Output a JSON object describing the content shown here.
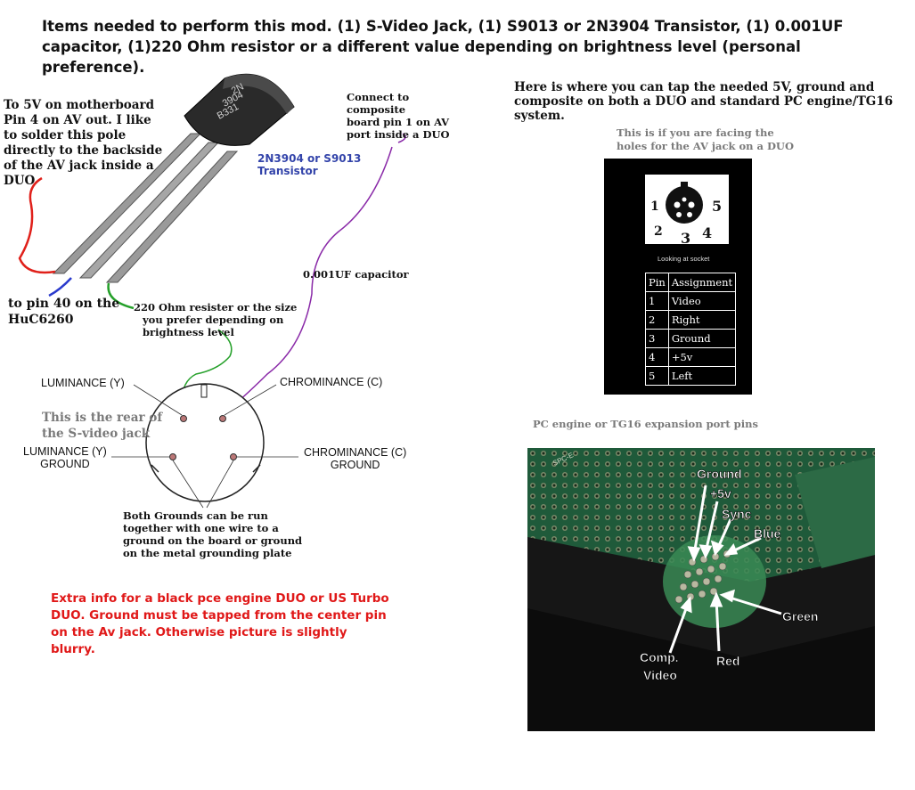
{
  "header": {
    "line1": "Items needed to perform this mod. (1) S-Video Jack, (1) S9013 or 2N3904 Transistor, (1) 0.001UF",
    "line2": "capacitor, (1)220 Ohm resistor or a different value depending on brightness level (personal preference)."
  },
  "transistor": {
    "marking": [
      "2N",
      "3904",
      "B331"
    ],
    "label_5v": [
      "To 5V on motherboard",
      "Pin 4 on AV out. I like",
      "to solder this pole",
      "directly to the backside",
      "of the AV jack inside a DUO"
    ],
    "label_composite": [
      "Connect to",
      "composite",
      "board pin 1 on AV",
      "port inside a DUO"
    ],
    "label_type": [
      "2N3904 or S9013",
      "Transistor"
    ],
    "label_pin40": [
      "to pin 40 on the",
      "HuC6260"
    ],
    "label_capacitor": "0.001UF capacitor",
    "label_resistor": [
      "220 Ohm resister or the size",
      "you prefer depending on",
      "brightness level"
    ]
  },
  "svideo": {
    "luminance": "LUMINANCE (Y)",
    "chrominance": "CHROMINANCE (C)",
    "rear_note": [
      "This is the rear of",
      "the S-video jack"
    ],
    "lum_ground": [
      "LUMINANCE (Y)",
      "GROUND"
    ],
    "chrom_ground": [
      "CHROMINANCE (C)",
      "GROUND"
    ],
    "grounds_note": [
      "Both Grounds can be run",
      "together with one wire to a",
      "ground on the board or ground",
      "on the metal grounding plate"
    ]
  },
  "extra_info": [
    "Extra info for a black pce engine DUO or US Turbo",
    "DUO. Ground must be tapped from the center pin",
    "on the Av jack. Otherwise picture is slightly",
    "blurry."
  ],
  "right": {
    "intro": [
      "Here is where you can tap the needed 5V, ground and",
      "composite on both a DUO and standard PC engine/TG16",
      "system."
    ],
    "facing_note": [
      "This is if you are facing the",
      "holes for the AV jack on a DUO"
    ],
    "connector_numbers": [
      "1",
      "5",
      "2",
      "3",
      "4"
    ],
    "connector_caption": "Looking at socket",
    "pin_table": {
      "headers": [
        "Pin",
        "Assignment"
      ],
      "rows": [
        [
          "1",
          "Video"
        ],
        [
          "2",
          "Right"
        ],
        [
          "3",
          "Ground"
        ],
        [
          "4",
          "+5v"
        ],
        [
          "5",
          "Left"
        ]
      ]
    },
    "expansion_caption": "PC engine or TG16 expansion port pins",
    "photo_labels": {
      "ground": "Ground",
      "plus5v": "+5v",
      "sync": "Sync",
      "blue": "Blue",
      "green": "Green",
      "red": "Red",
      "comp": [
        "Comp.",
        "Video"
      ],
      "board": "SPC-E"
    }
  },
  "colors": {
    "wire_red": "#e0201a",
    "wire_blue": "#2a3acc",
    "wire_green": "#25a02a",
    "wire_purple": "#8a2aa8",
    "extra_text": "#e01818"
  }
}
